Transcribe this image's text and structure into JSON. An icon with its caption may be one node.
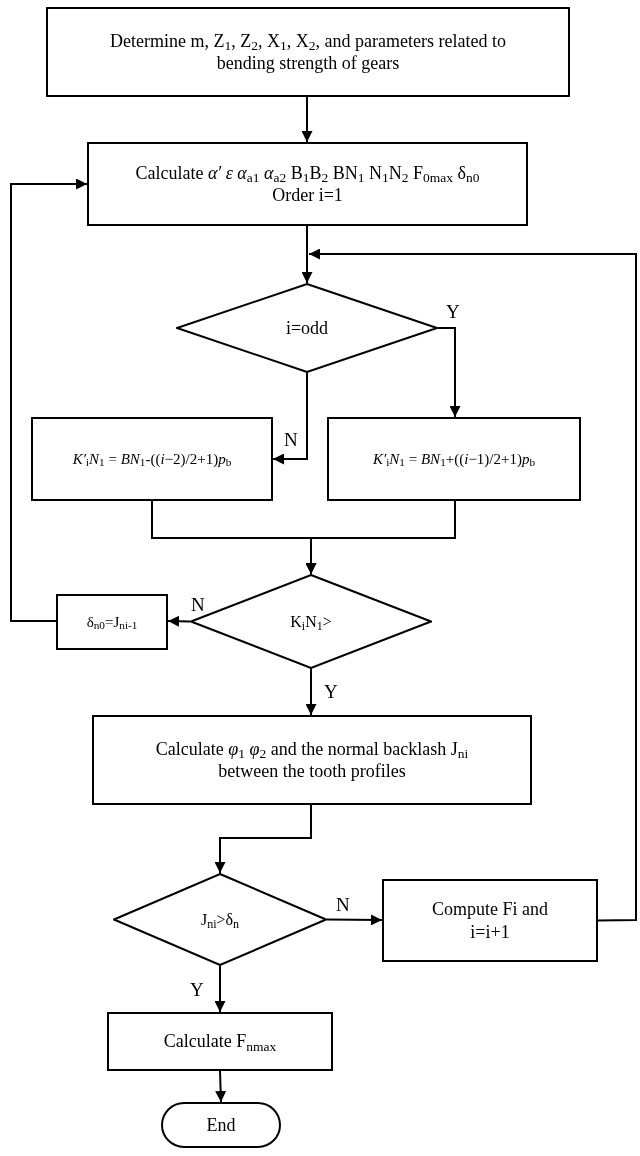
{
  "diagram": {
    "nodes": [
      {
        "text": [
          "Determine m, Z$_{1}$, Z$_{2}$, X$_{1}$, X$_{2}$, and parameters related to bending strength of gears"
        ]
      },
      {
        "text": [
          "Calculate *α′ ε α*$_{a1}$ *α*$_{a2}$ B$_{1}$B$_{2}$ BN$_{1}$ N$_{1}$N$_{2}$ F$_{0max}$ δ$_{n0}$ Order i=1"
        ]
      },
      {
        "text": [
          "i=odd"
        ]
      },
      {
        "text": [
          "*K′*$_{i}$*N*$_{1}$ = *BN*$_{1}$-((*i*−2)/2+1)*p*$_{b}$"
        ]
      },
      {
        "text": [
          "*K′*$_{i}$*N*$_{1}$ = *BN*$_{1}$+((*i*−1)/2+1)*p*$_{b}$"
        ]
      },
      {
        "text": [
          "K$_{i}$N$_{1}$>"
        ]
      },
      {
        "text": [
          "δ$_{n0}$=J$_{ni-1}$"
        ]
      },
      {
        "text": [
          "Calculate *φ*$_{1}$ *φ*$_{2}$ and the normal backlash J$_{ni}$ between the tooth profiles"
        ]
      },
      {
        "text": [
          "J$_{ni}$>δ$_{n}$"
        ]
      },
      {
        "text": [
          "Compute Fi and i=i+1"
        ]
      },
      {
        "text": [
          "Calculate F$_{nmax}$"
        ]
      },
      {
        "text": [
          "End"
        ]
      }
    ],
    "edges": [
      {
        "from": 0,
        "to": 1,
        "arrow": "to"
      },
      {
        "from": 1,
        "to": 2,
        "arrow": "to"
      },
      {
        "from": 9,
        "to": 2,
        "arrow": "to"
      },
      {
        "from": 2,
        "to": 4,
        "arrow": "to",
        "label": "Y"
      },
      {
        "from": 2,
        "to": 3,
        "arrow": "to",
        "label": "N"
      },
      {
        "from": 3,
        "to": 5,
        "arrow": "to"
      },
      {
        "from": 4,
        "to": 5,
        "arrow": "to"
      },
      {
        "from": 5,
        "to": 6,
        "arrow": "to",
        "label": "N"
      },
      {
        "from": 6,
        "to": 1,
        "arrow": "to"
      },
      {
        "from": 5,
        "to": 7,
        "arrow": "to",
        "label": "Y"
      },
      {
        "from": 7,
        "to": 8,
        "arrow": "to"
      },
      {
        "from": 8,
        "to": 9,
        "arrow": "to",
        "label": "N"
      },
      {
        "from": 8,
        "to": 10,
        "arrow": "to",
        "label": "Y"
      },
      {
        "from": 10,
        "to": 11,
        "arrow": "to"
      }
    ]
  }
}
